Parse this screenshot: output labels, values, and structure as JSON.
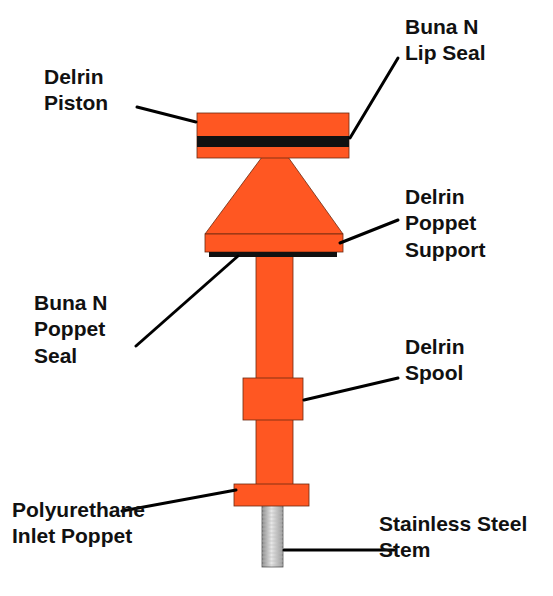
{
  "diagram": {
    "labels": [
      "Delrin Piston",
      "Buna N Lip Seal",
      "Delrin Poppet Support",
      "Buna N Poppet Seal",
      "Delrin Spool",
      "Polyurethane Inlet Poppet",
      "Stainless Steel Stem"
    ]
  }
}
